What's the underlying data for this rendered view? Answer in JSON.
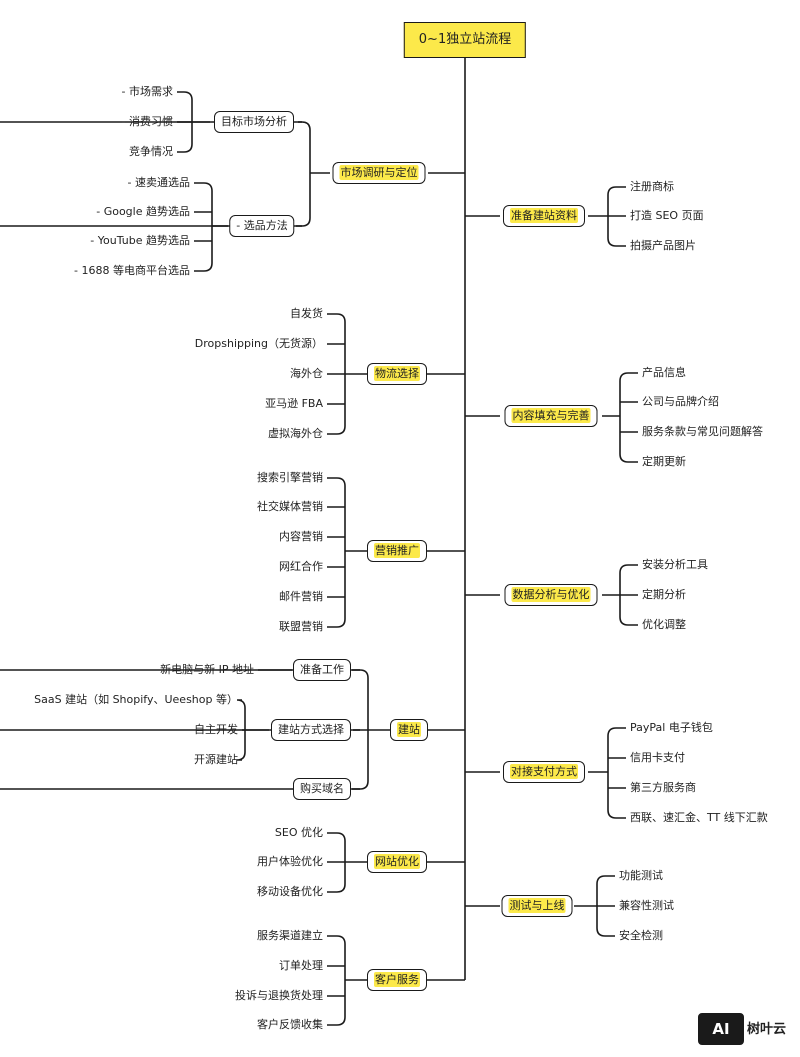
{
  "title": "0~1独立站流程",
  "left": [
    {
      "label": "市场调研与定位",
      "groups": [
        {
          "label": "目标市场分析",
          "leaves": [
            "- 市场需求",
            "- 消费习惯",
            "竞争情况"
          ]
        },
        {
          "label": "- 选品方法",
          "leaves": [
            "- 速卖通选品",
            "- Google 趋势选品",
            "- YouTube 趋势选品",
            "- 1688 等电商平台选品"
          ]
        }
      ]
    },
    {
      "label": "物流选择",
      "leaves": [
        "自发货",
        "Dropshipping（无货源）",
        "海外仓",
        "亚马逊 FBA",
        "虚拟海外仓"
      ]
    },
    {
      "label": "营销推广",
      "leaves": [
        "搜索引擎营销",
        "社交媒体营销",
        "内容营销",
        "网红合作",
        "邮件营销",
        "联盟营销"
      ]
    },
    {
      "label": "建站",
      "groups": [
        {
          "label": "准备工作",
          "leaves": [
            "新电脑与新 IP 地址"
          ]
        },
        {
          "label": "建站方式选择",
          "leaves": [
            "SaaS 建站（如 Shopify、Ueeshop 等）",
            "自主开发",
            "开源建站"
          ]
        },
        {
          "label": "购买域名",
          "leaves": []
        }
      ]
    },
    {
      "label": "网站优化",
      "leaves": [
        "SEO 优化",
        "用户体验优化",
        "移动设备优化"
      ]
    },
    {
      "label": "客户服务",
      "leaves": [
        "服务渠道建立",
        "订单处理",
        "投诉与退换货处理",
        "客户反馈收集"
      ]
    }
  ],
  "right": [
    {
      "label": "准备建站资料",
      "leaves": [
        "注册商标",
        "打造 SEO 页面",
        "拍摄产品图片"
      ]
    },
    {
      "label": "内容填充与完善",
      "leaves": [
        "产品信息",
        "公司与品牌介绍",
        "服务条款与常见问题解答",
        "定期更新"
      ]
    },
    {
      "label": "数据分析与优化",
      "leaves": [
        "安装分析工具",
        "定期分析",
        "优化调整"
      ]
    },
    {
      "label": "对接支付方式",
      "leaves": [
        "PayPal 电子钱包",
        "信用卡支付",
        "第三方服务商",
        "西联、速汇金、TT 线下汇款"
      ]
    },
    {
      "label": "测试与上线",
      "leaves": [
        "功能测试",
        "兼容性测试",
        "安全检测"
      ]
    }
  ],
  "watermark": {
    "logo": "AI",
    "text": "树叶云"
  }
}
